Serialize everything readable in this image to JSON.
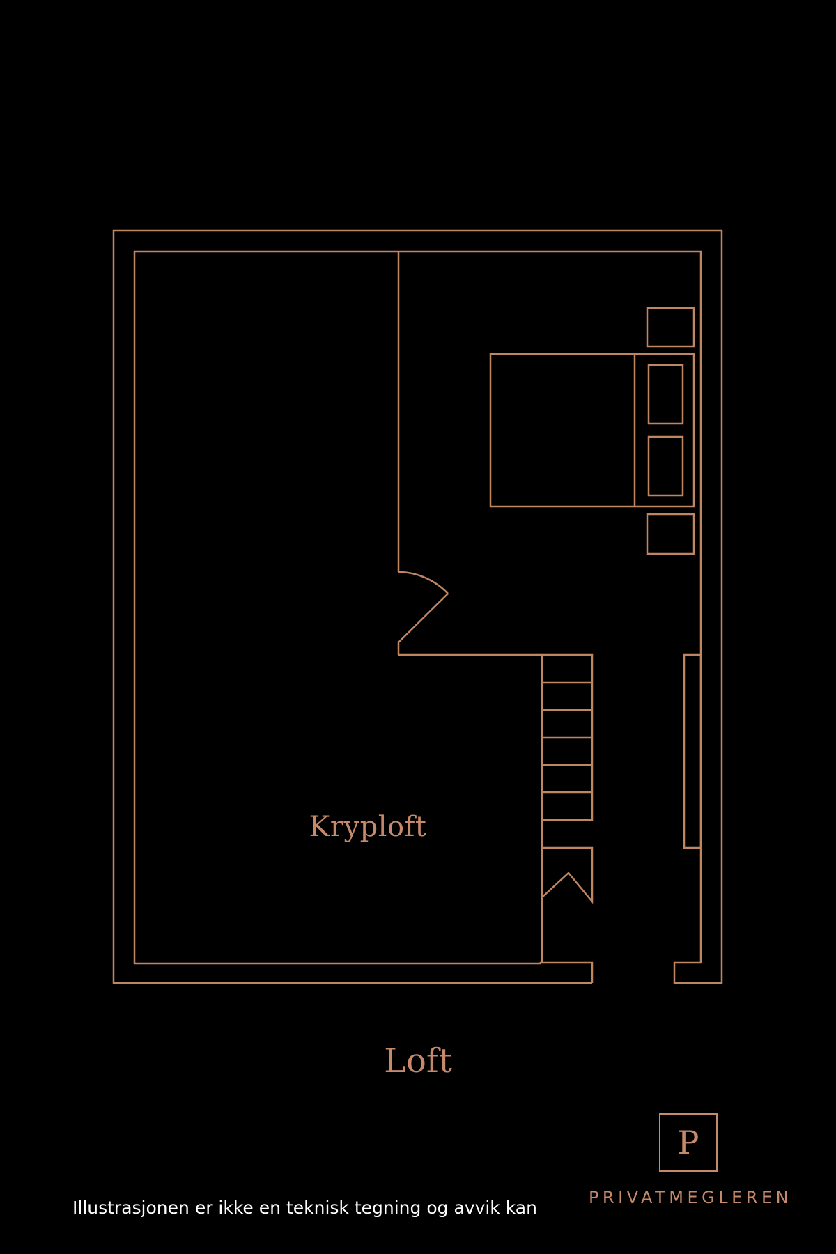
{
  "plan": {
    "room_label": "Kryploft",
    "floor_title": "Loft"
  },
  "disclaimer": "Illustrasjonen er ikke en teknisk tegning og avvik kan",
  "brand": {
    "logo_letter": "P",
    "name": "PRIVATMEGLEREN"
  },
  "colors": {
    "background": "#000000",
    "line": "#c08662",
    "text_accent": "#c6896a",
    "text_light": "#ffffff"
  },
  "icons": {
    "logo": "p-monogram-box-icon"
  }
}
